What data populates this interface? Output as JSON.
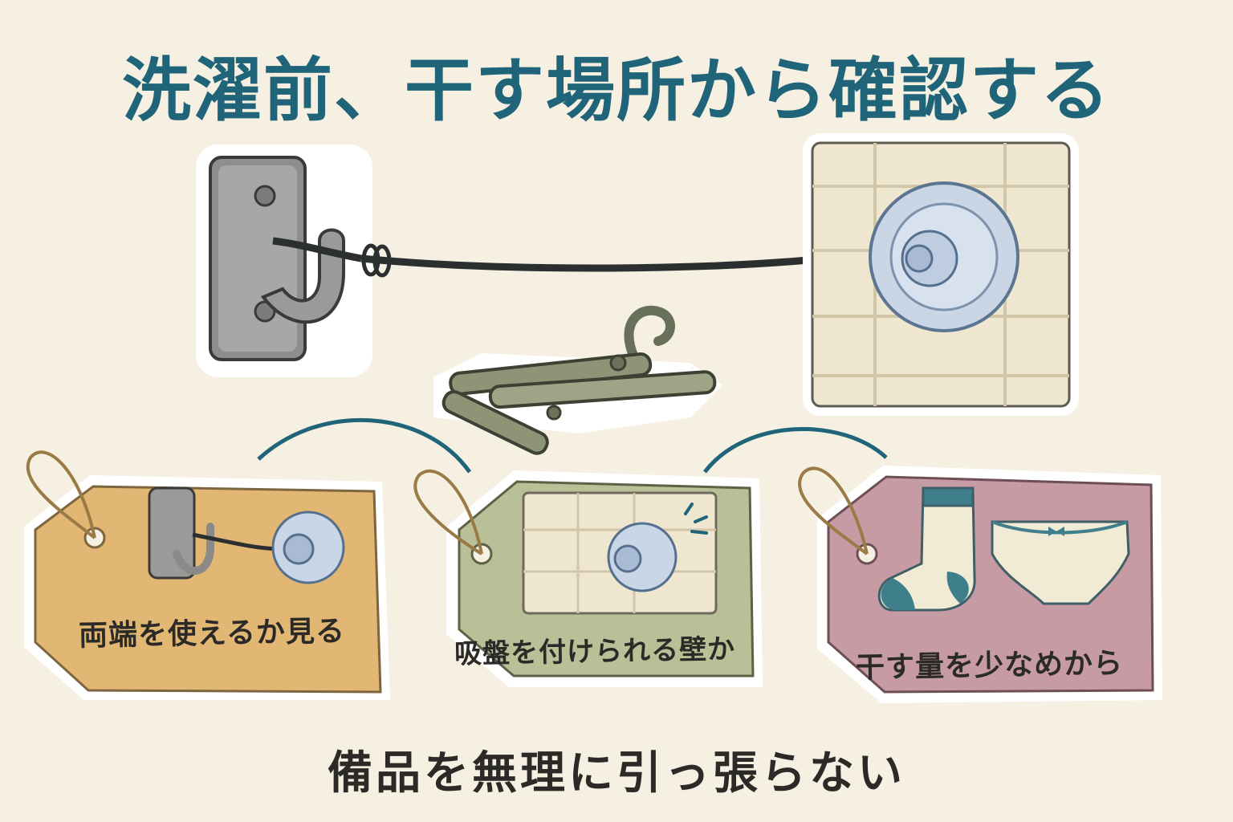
{
  "title": "洗濯前、干す場所から確認する",
  "tags": [
    {
      "label": "両端を使えるか見る",
      "color": "#e2b774"
    },
    {
      "label": "吸盤を付けられる壁か",
      "color": "#b9bf97"
    },
    {
      "label": "干す量を少なめから",
      "color": "#c69ba3"
    }
  ],
  "footer": "備品を無理に引っ張らない",
  "colors": {
    "accent": "#1f6478",
    "background": "#f6f0e2"
  }
}
